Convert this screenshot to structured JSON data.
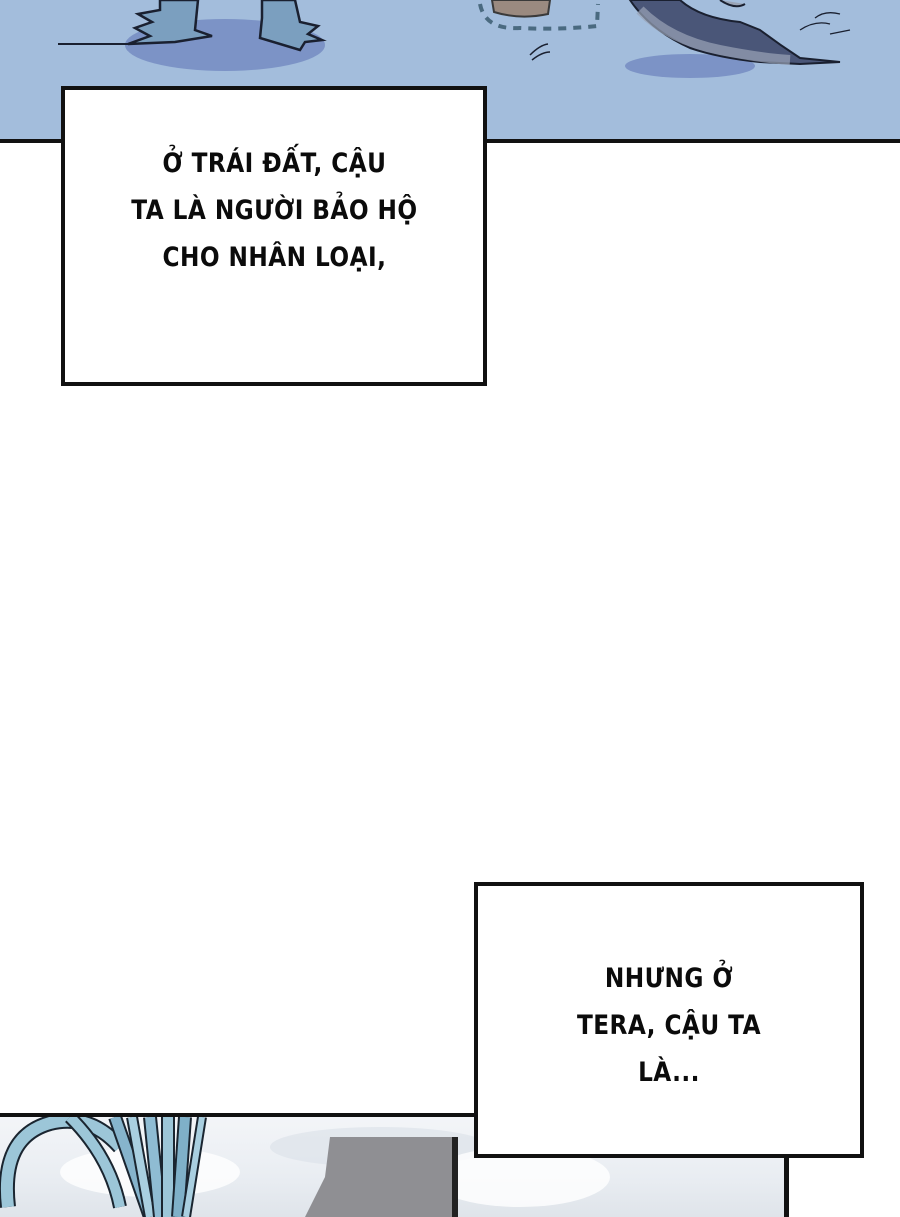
{
  "panels": {
    "top": {
      "description": "Comic art panel: creatures' furry feet with shadow, a brown barrel with dashed outline, and a dark blue creature tail on a pale blue ground",
      "background_color": "#a3bddc"
    },
    "bottom": {
      "description": "Comic art panel: light blue ribbon-like tendrils against a cloudy white sky, gray structure on the right",
      "background_color": "#eef1f5"
    }
  },
  "captions": [
    {
      "lines": [
        "Ở TRÁI ĐẤT, CẬU",
        "TA LÀ NGƯỜI BẢO HỘ",
        "CHO NHÂN LOẠI,"
      ]
    },
    {
      "lines": [
        "NHƯNG Ở",
        "TERA, CẬU TA",
        "LÀ..."
      ]
    }
  ],
  "colors": {
    "caption_border": "#111111",
    "caption_text": "#0b0b0b",
    "page_background": "#ffffff"
  }
}
